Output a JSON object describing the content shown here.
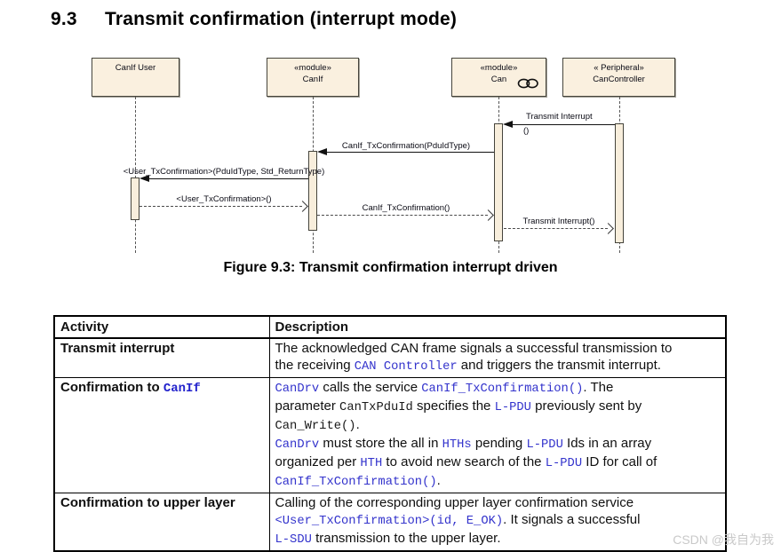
{
  "page": {
    "heading_number": "9.3",
    "heading_text": "Transmit confirmation (interrupt mode)",
    "caption": "Figure 9.3: Transmit confirmation interrupt driven",
    "watermark": "CSDN @我自为我"
  },
  "colors": {
    "code_blue": "#3333CC",
    "actor_fill": "#FAF0DF",
    "actor_border": "#45443C",
    "table_border": "#000000",
    "watermark_gray": "#C9C9C9"
  },
  "diagram": {
    "actors": [
      {
        "stereotype": "",
        "name": "CanIf User"
      },
      {
        "stereotype": "«module»",
        "name": "CanIf"
      },
      {
        "stereotype": "«module»",
        "name": "Can",
        "icon": "link-circles"
      },
      {
        "stereotype": "« Peripheral»",
        "name": "CanController"
      }
    ],
    "messages": [
      {
        "type": "sync",
        "from": "CanController",
        "to": "Can",
        "label": "Transmit Interrupt",
        "label2": "()"
      },
      {
        "type": "sync",
        "from": "Can",
        "to": "CanIf",
        "label": "CanIf_TxConfirmation(PduIdType)"
      },
      {
        "type": "sync",
        "from": "CanIf",
        "to": "CanIf User",
        "label": "<User_TxConfirmation>(PduIdType, Std_ReturnType)"
      },
      {
        "type": "return",
        "from": "CanIf User",
        "to": "CanIf",
        "label": "<User_TxConfirmation>()"
      },
      {
        "type": "return",
        "from": "CanIf",
        "to": "Can",
        "label": "CanIf_TxConfirmation()"
      },
      {
        "type": "return",
        "from": "Can",
        "to": "CanController",
        "label": "Transmit Interrupt()"
      }
    ]
  },
  "table": {
    "headers": {
      "activity": "Activity",
      "description": "Description"
    },
    "rows": [
      {
        "activity": [
          {
            "s": "p",
            "t": "Transmit interrupt"
          }
        ],
        "description": [
          {
            "s": "p",
            "t": "The acknowledged CAN frame signals a successful transmission to"
          },
          {
            "s": "br"
          },
          {
            "s": "p",
            "t": "the receiving "
          },
          {
            "s": "cb",
            "t": "CAN Controller"
          },
          {
            "s": "p",
            "t": " and triggers the transmit interrupt."
          }
        ]
      },
      {
        "activity": [
          {
            "s": "p",
            "t": "Confirmation to "
          },
          {
            "s": "cbb",
            "t": "CanIf"
          }
        ],
        "description": [
          {
            "s": "cb",
            "t": "CanDrv"
          },
          {
            "s": "p",
            "t": " calls the service "
          },
          {
            "s": "cb",
            "t": "CanIf_TxConfirmation()"
          },
          {
            "s": "p",
            "t": ". The"
          },
          {
            "s": "br"
          },
          {
            "s": "p",
            "t": "parameter "
          },
          {
            "s": "ck",
            "t": "CanTxPduId"
          },
          {
            "s": "p",
            "t": " specifies the "
          },
          {
            "s": "cb",
            "t": "L-PDU"
          },
          {
            "s": "p",
            "t": " previously sent by"
          },
          {
            "s": "br"
          },
          {
            "s": "ck",
            "t": "Can_Write()"
          },
          {
            "s": "p",
            "t": "."
          },
          {
            "s": "br"
          },
          {
            "s": "cb",
            "t": "CanDrv"
          },
          {
            "s": "p",
            "t": " must store the all in "
          },
          {
            "s": "cb",
            "t": "HTHs"
          },
          {
            "s": "p",
            "t": " pending "
          },
          {
            "s": "cb",
            "t": "L-PDU"
          },
          {
            "s": "p",
            "t": " Ids in an array"
          },
          {
            "s": "br"
          },
          {
            "s": "p",
            "t": "organized per "
          },
          {
            "s": "cb",
            "t": "HTH"
          },
          {
            "s": "p",
            "t": " to avoid new search of the "
          },
          {
            "s": "cb",
            "t": "L-PDU"
          },
          {
            "s": "p",
            "t": " ID for call of"
          },
          {
            "s": "br"
          },
          {
            "s": "cb",
            "t": "CanIf_TxConfirmation()"
          },
          {
            "s": "p",
            "t": "."
          }
        ]
      },
      {
        "activity": [
          {
            "s": "p",
            "t": "Confirmation to upper layer"
          }
        ],
        "description": [
          {
            "s": "p",
            "t": "Calling of the corresponding upper layer confirmation service"
          },
          {
            "s": "br"
          },
          {
            "s": "cb",
            "t": "<User_TxConfirmation>(id, E_OK)"
          },
          {
            "s": "p",
            "t": ". It signals a successful"
          },
          {
            "s": "br"
          },
          {
            "s": "cb",
            "t": "L-SDU"
          },
          {
            "s": "p",
            "t": " transmission to the upper layer."
          }
        ]
      }
    ]
  }
}
